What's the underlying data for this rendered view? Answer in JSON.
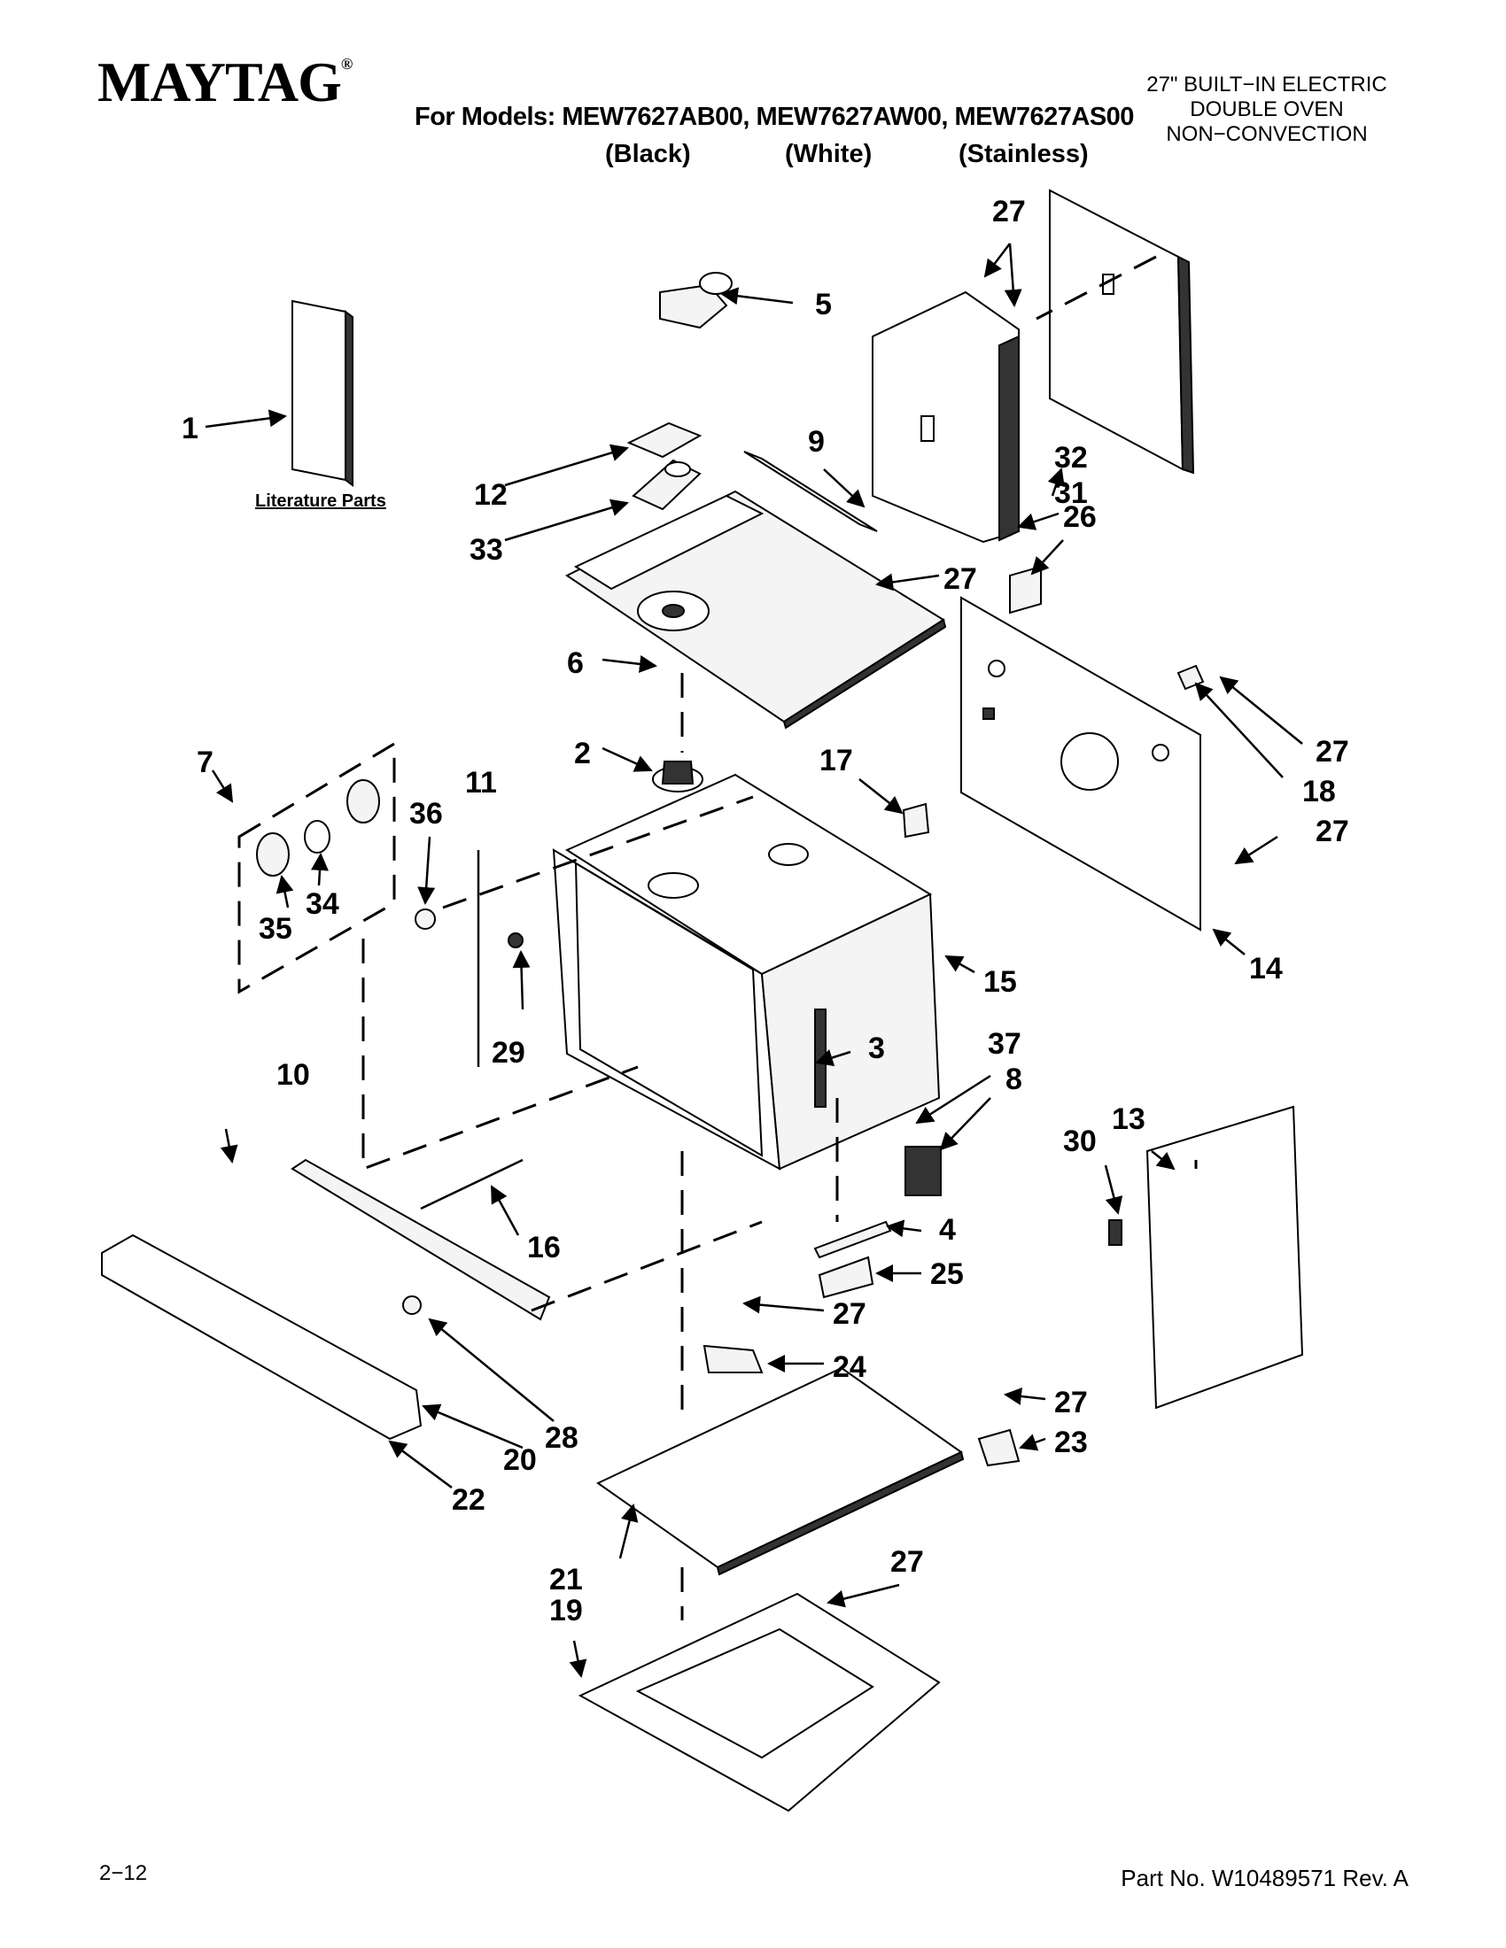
{
  "header": {
    "brand": "MAYTAG",
    "brand_mark": "®",
    "models_line": "For Models: MEW7627AB00, MEW7627AW00, MEW7627AS00",
    "variants": [
      "(Black)",
      "(White)",
      "(Stainless)"
    ],
    "subtitle": [
      "27\" BUILT−IN ELECTRIC",
      "DOUBLE OVEN",
      "NON−CONVECTION"
    ]
  },
  "diagram": {
    "literature_label": "Literature Parts",
    "part_numbers": [
      "1",
      "2",
      "3",
      "4",
      "5",
      "6",
      "7",
      "8",
      "9",
      "10",
      "11",
      "12",
      "13",
      "14",
      "15",
      "16",
      "17",
      "18",
      "19",
      "20",
      "21",
      "22",
      "23",
      "24",
      "25",
      "26",
      "27",
      "28",
      "29",
      "30",
      "31",
      "32",
      "33",
      "34",
      "35",
      "36",
      "37"
    ],
    "callouts": [
      {
        "id": "c1",
        "text": "1"
      },
      {
        "id": "c2",
        "text": "2"
      },
      {
        "id": "c3",
        "text": "3"
      },
      {
        "id": "c4",
        "text": "4"
      },
      {
        "id": "c5",
        "text": "5"
      },
      {
        "id": "c6",
        "text": "6"
      },
      {
        "id": "c7",
        "text": "7"
      },
      {
        "id": "c8",
        "text": "8"
      },
      {
        "id": "c9",
        "text": "9"
      },
      {
        "id": "c10",
        "text": "10"
      },
      {
        "id": "c11",
        "text": "11"
      },
      {
        "id": "c12",
        "text": "12"
      },
      {
        "id": "c13",
        "text": "13"
      },
      {
        "id": "c14",
        "text": "14"
      },
      {
        "id": "c15",
        "text": "15"
      },
      {
        "id": "c16",
        "text": "16"
      },
      {
        "id": "c17",
        "text": "17"
      },
      {
        "id": "c18",
        "text": "18"
      },
      {
        "id": "c19",
        "text": "19"
      },
      {
        "id": "c20",
        "text": "20"
      },
      {
        "id": "c21",
        "text": "21"
      },
      {
        "id": "c22",
        "text": "22"
      },
      {
        "id": "c23",
        "text": "23"
      },
      {
        "id": "c24",
        "text": "24"
      },
      {
        "id": "c25",
        "text": "25"
      },
      {
        "id": "c26",
        "text": "26"
      },
      {
        "id": "c27a",
        "text": "27"
      },
      {
        "id": "c27b",
        "text": "27"
      },
      {
        "id": "c27c",
        "text": "27"
      },
      {
        "id": "c27d",
        "text": "27"
      },
      {
        "id": "c27e",
        "text": "27"
      },
      {
        "id": "c27f",
        "text": "27"
      },
      {
        "id": "c27g",
        "text": "27"
      },
      {
        "id": "c28",
        "text": "28"
      },
      {
        "id": "c29",
        "text": "29"
      },
      {
        "id": "c30",
        "text": "30"
      },
      {
        "id": "c31",
        "text": "31"
      },
      {
        "id": "c32",
        "text": "32"
      },
      {
        "id": "c33",
        "text": "33"
      },
      {
        "id": "c34",
        "text": "34"
      },
      {
        "id": "c35",
        "text": "35"
      },
      {
        "id": "c36",
        "text": "36"
      },
      {
        "id": "c37",
        "text": "37"
      }
    ]
  },
  "footer": {
    "page": "2−12",
    "part_no": "Part No. W10489571 Rev. A"
  }
}
